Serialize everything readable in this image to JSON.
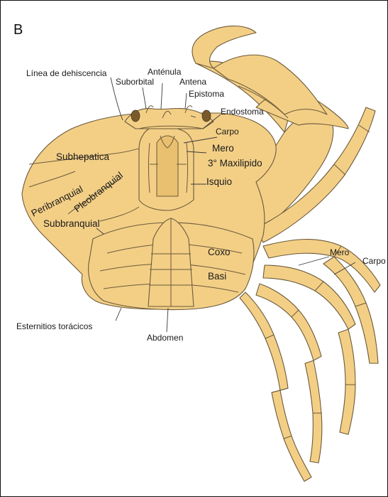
{
  "panel_letter": "B",
  "labels": {
    "linea_dehiscencia": "Línea de dehiscencia",
    "antenula": "Anténula",
    "suborbital": "Suborbital",
    "antena": "Antena",
    "epistoma": "Epistoma",
    "endostoma": "Endostoma",
    "carpo_mxp": "Carpo",
    "mero_mxp": "Mero",
    "maxilipido": "3° Maxilipido",
    "isquio": "Isquio",
    "subhepatica": "Subhepatica",
    "peribranquial": "Peribranquial",
    "pleurobranquial": "Pleobranquial",
    "subbranquial": "Subbranquial",
    "coxo": "Coxo",
    "basi": "Basi",
    "mero_leg": "Mero",
    "carpo_leg": "Carpo",
    "esternitos": "Esternitios torácicos",
    "abdomen": "Abdomen"
  },
  "colors": {
    "body_fill": "#f3cf86",
    "outline": "#6b5a3a",
    "text": "#1a1a1a"
  }
}
